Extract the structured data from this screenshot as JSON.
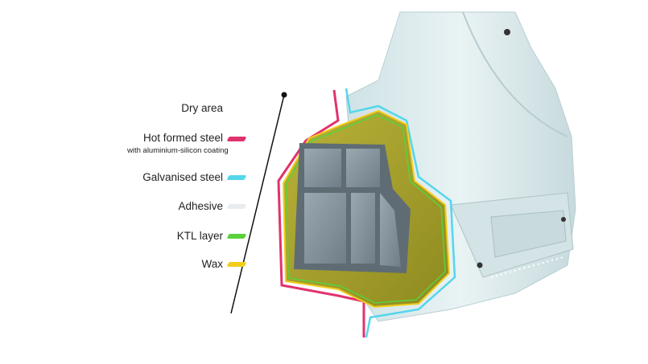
{
  "legend": {
    "dry_area": "Dry area",
    "items": [
      {
        "label": "Hot formed steel",
        "sublabel": "with aluminium-silicon coating",
        "color": "#e0336d"
      },
      {
        "label": "Galvanised steel",
        "color": "#55d6ea"
      },
      {
        "label": "Adhesive",
        "color": "#e8ecee"
      },
      {
        "label": "KTL layer",
        "color": "#5ad13c"
      },
      {
        "label": "Wax",
        "color": "#f2cd1c"
      }
    ]
  },
  "colors": {
    "body_panel": "#dbeaec",
    "wax_fill": "#a9a22a",
    "profile": "#7f8d96"
  }
}
